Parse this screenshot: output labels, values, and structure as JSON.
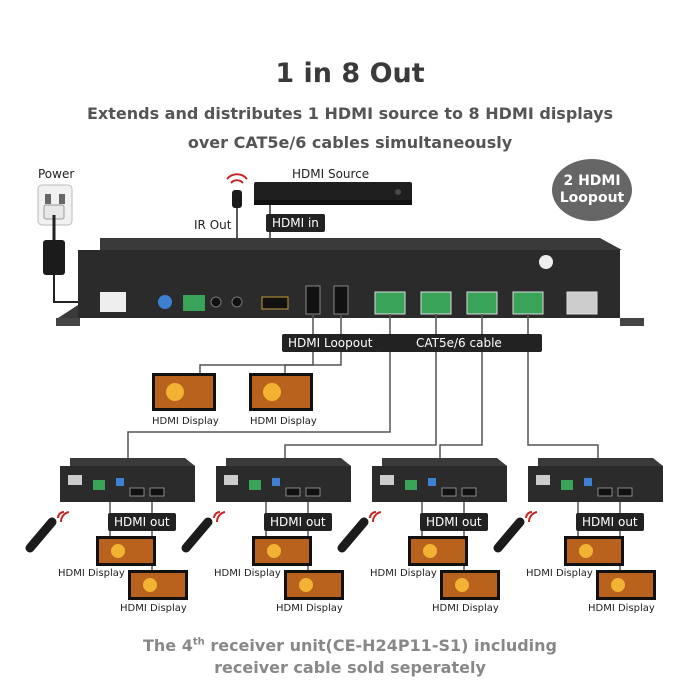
{
  "header": {
    "title": "1 in 8 Out",
    "subtitle_line1": "Extends and distributes 1 HDMI source to 8 HDMI displays",
    "subtitle_line2": "over CAT5e/6 cables simultaneously"
  },
  "badge": {
    "line1": "2 HDMI",
    "line2": "Loopout"
  },
  "labels": {
    "power": "Power",
    "ir_out": "IR Out",
    "hdmi_source": "HDMI Source",
    "hdmi_in": "HDMI in",
    "hdmi_loopout": "HDMI Loopout",
    "cat_cable": "CAT5e/6 cable",
    "hdmi_display": "HDMI Display",
    "hdmi_out": "HDMI out"
  },
  "footer": {
    "line1_pre": "The 4",
    "line1_sup": "th",
    "line1_post": " receiver unit(CE-H24P11-S1) including",
    "line2": "receiver cable sold seperately"
  },
  "colors": {
    "device": "#2b2b2b",
    "cable": "#444444",
    "port_green": "#3aa35a",
    "badge": "#666666"
  }
}
